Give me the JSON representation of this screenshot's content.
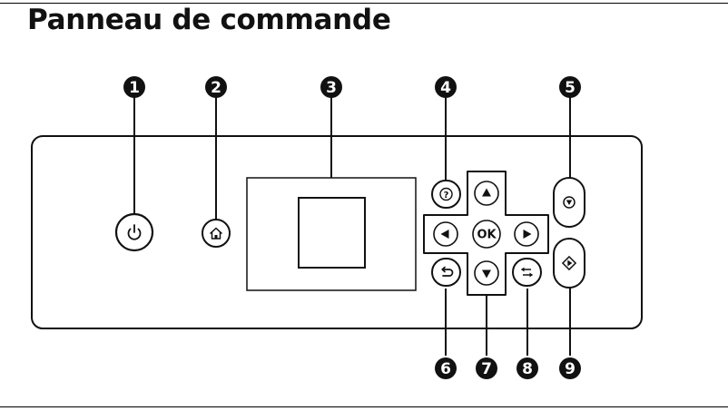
{
  "title": "Panneau de commande",
  "callouts": [
    "1",
    "2",
    "3",
    "4",
    "5",
    "6",
    "7",
    "8",
    "9"
  ],
  "buttons": {
    "ok_label": "OK"
  },
  "icons": {
    "power": "power-icon",
    "home": "home-icon",
    "help": "help-icon",
    "stop": "stop-icon",
    "start": "start-icon",
    "back": "back-icon",
    "switch": "switch-icon",
    "up": "arrow-up-icon",
    "down": "arrow-down-icon",
    "left": "arrow-left-icon",
    "right": "arrow-right-icon"
  }
}
